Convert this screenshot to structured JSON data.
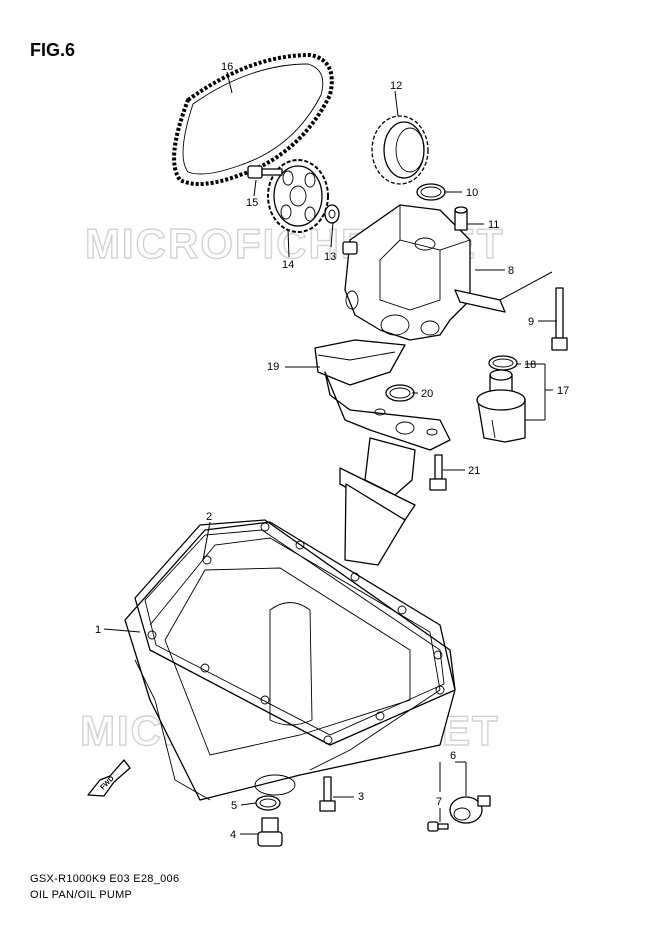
{
  "figure": {
    "title": "FIG.6",
    "code": "GSX-R1000K9 E03 E28_006",
    "name": "OIL PAN/OIL PUMP",
    "watermark": "MICROFICHES.NET",
    "direction_label": "FWD"
  },
  "callouts": [
    "1",
    "2",
    "3",
    "4",
    "5",
    "6",
    "7",
    "8",
    "9",
    "10",
    "11",
    "12",
    "13",
    "14",
    "15",
    "16",
    "17",
    "18",
    "19",
    "20",
    "21"
  ]
}
